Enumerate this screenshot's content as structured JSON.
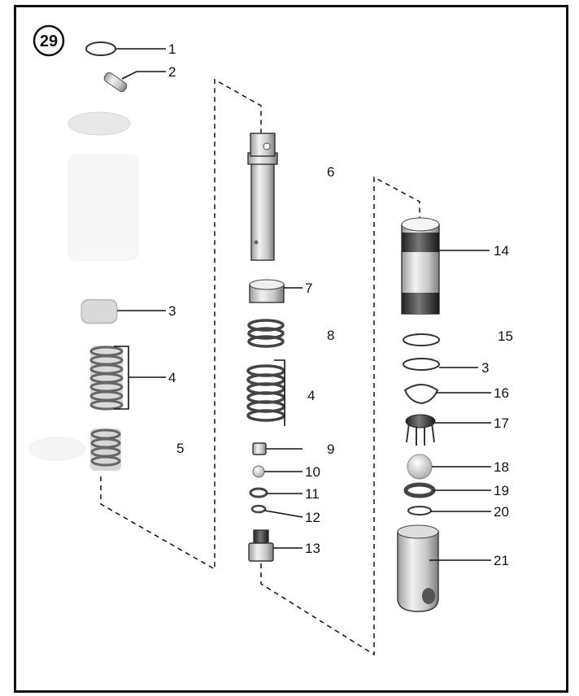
{
  "figure": {
    "badge": "29",
    "callouts": [
      {
        "id": "c1",
        "text": "1"
      },
      {
        "id": "c2",
        "text": "2"
      },
      {
        "id": "c3a",
        "text": "3"
      },
      {
        "id": "c4a",
        "text": "4"
      },
      {
        "id": "c5",
        "text": "5"
      },
      {
        "id": "c6",
        "text": "6"
      },
      {
        "id": "c7",
        "text": "7"
      },
      {
        "id": "c8",
        "text": "8"
      },
      {
        "id": "c4b",
        "text": "4"
      },
      {
        "id": "c9",
        "text": "9"
      },
      {
        "id": "c10",
        "text": "10"
      },
      {
        "id": "c11",
        "text": "11"
      },
      {
        "id": "c12",
        "text": "12"
      },
      {
        "id": "c13",
        "text": "13"
      },
      {
        "id": "c14",
        "text": "14"
      },
      {
        "id": "c15",
        "text": "15"
      },
      {
        "id": "c3b",
        "text": "3"
      },
      {
        "id": "c16",
        "text": "16"
      },
      {
        "id": "c17",
        "text": "17"
      },
      {
        "id": "c18",
        "text": "18"
      },
      {
        "id": "c19",
        "text": "19"
      },
      {
        "id": "c20",
        "text": "20"
      },
      {
        "id": "c21",
        "text": "21"
      }
    ]
  }
}
